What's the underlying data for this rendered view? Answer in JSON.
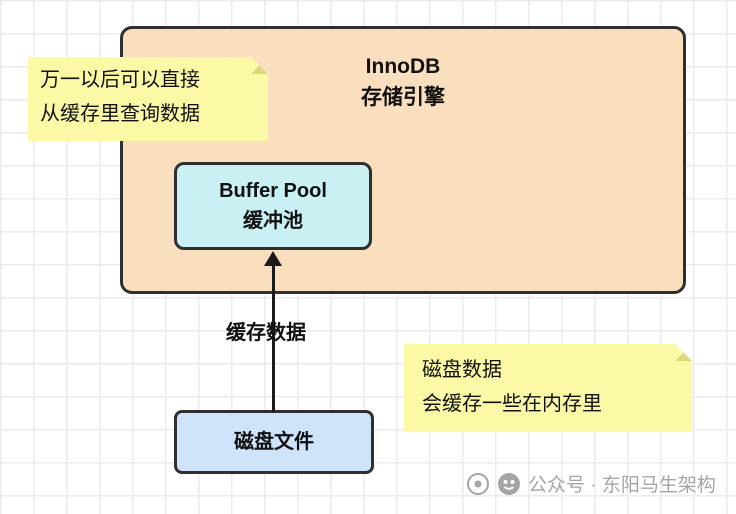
{
  "colors": {
    "container_fill": "#F9DFBD",
    "buffer_pool_fill": "#C9F0F2",
    "disk_file_fill": "#CFE3FB",
    "note_fill": "#FBF9A6",
    "note_fold": "#DBD87E",
    "border": "#2F2F2F",
    "grid_line": "#EBEBEB",
    "watermark_gray": "#A5A5A5"
  },
  "innodb": {
    "title_line1": "InnoDB",
    "title_line2": "存储引擎"
  },
  "buffer_pool": {
    "line1": "Buffer Pool",
    "line2": "缓冲池"
  },
  "disk_file": {
    "label": "磁盘文件"
  },
  "arrow": {
    "label": "缓存数据"
  },
  "notes": {
    "top_left": {
      "line1": "万一以后可以直接",
      "line2": "从缓存里查询数据"
    },
    "bottom_right": {
      "line1": "磁盘数据",
      "line2": "会缓存一些在内存里"
    }
  },
  "watermark": {
    "text": "公众号 · 东阳马生架构"
  }
}
